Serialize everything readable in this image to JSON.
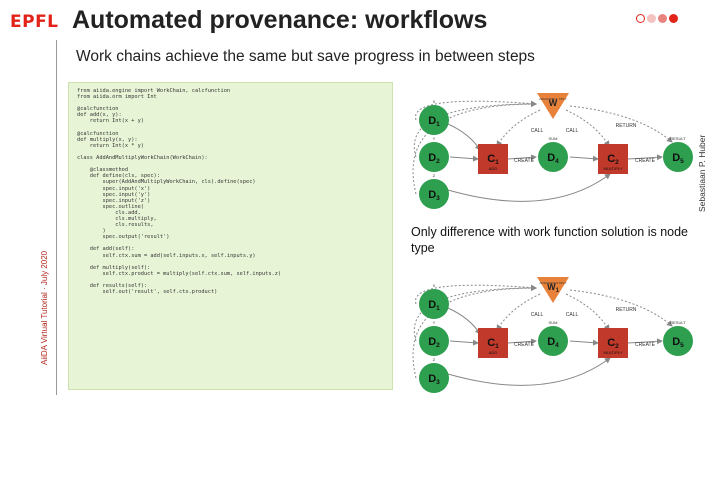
{
  "header": {
    "logo": "EPFL",
    "title": "Automated provenance: workflows",
    "subtitle": "Work chains achieve the same but save progress in between steps",
    "author": "Sebastiaan P. Huber",
    "footer": "AiiDA Virtual Tutorial · July 2020",
    "dot_colors": [
      "#ffffff",
      "#f4c3c0",
      "#e8827c",
      "#e2231a"
    ]
  },
  "colors": {
    "data_node": "#2e9e4f",
    "calc_node": "#c0392b",
    "workflow_node": "#e8823b",
    "code_bg": "#e8f4d6",
    "accent": "#e2231a"
  },
  "code_lines": [
    "from aiida.engine import WorkChain, calcfunction",
    "from aiida.orm import Int",
    "",
    "@calcfunction",
    "def add(x, y):",
    "    return Int(x + y)",
    "",
    "@calcfunction",
    "def multiply(x, y):",
    "    return Int(x * y)",
    "",
    "class AddAndMultiplyWorkChain(WorkChain):",
    "",
    "    @classmethod",
    "    def define(cls, spec):",
    "        super(AddAndMultiplyWorkChain, cls).define(spec)",
    "        spec.input('x')",
    "        spec.input('y')",
    "        spec.input('z')",
    "        spec.outline(",
    "            cls.add,",
    "            cls.multiply,",
    "            cls.results,",
    "        )",
    "        spec.output('result')",
    "",
    "    def add(self):",
    "        self.ctx.sum = add(self.inputs.x, self.inputs.y)",
    "",
    "    def multiply(self):",
    "        self.ctx.product = multiply(self.ctx.sum, self.inputs.z)",
    "",
    "    def results(self):",
    "        self.out('result', self.ctx.product)"
  ],
  "note": "Only difference with work function solution is node type",
  "diagram_top": {
    "workflow": {
      "label": "W",
      "caption": "ADDANDMUL TIPLY"
    },
    "data": [
      {
        "id": "D1",
        "main": "D",
        "sub": "1",
        "small": "X"
      },
      {
        "id": "D2",
        "main": "D",
        "sub": "2",
        "small": "Y"
      },
      {
        "id": "D3",
        "main": "D",
        "sub": "3",
        "small": "Z"
      },
      {
        "id": "D4",
        "main": "D",
        "sub": "4",
        "small": "SUM"
      },
      {
        "id": "D5",
        "main": "D",
        "sub": "5",
        "small": "RESULT"
      }
    ],
    "calcs": [
      {
        "id": "C1",
        "main": "C",
        "sub": "1",
        "small": "ADD"
      },
      {
        "id": "C2",
        "main": "C",
        "sub": "2",
        "small": "MULTIPLY"
      }
    ],
    "edge_labels": {
      "call": "CALL",
      "return": "RETURN",
      "create": "CREATE"
    }
  },
  "diagram_bottom": {
    "workflow": {
      "label": "W",
      "sub": "1",
      "caption": "ADDANDMULTIPLY"
    },
    "data": [
      {
        "id": "D1",
        "main": "D",
        "sub": "1",
        "small": "X"
      },
      {
        "id": "D2",
        "main": "D",
        "sub": "2",
        "small": "Y"
      },
      {
        "id": "D3",
        "main": "D",
        "sub": "3",
        "small": "Z"
      },
      {
        "id": "D4",
        "main": "D",
        "sub": "4",
        "small": "SUM"
      },
      {
        "id": "D5",
        "main": "D",
        "sub": "5",
        "small": "RESULT"
      }
    ],
    "calcs": [
      {
        "id": "C1",
        "main": "C",
        "sub": "1",
        "small": "ADD"
      },
      {
        "id": "C2",
        "main": "C",
        "sub": "2",
        "small": "MULTIPLY"
      }
    ],
    "edge_labels": {
      "call": "CALL",
      "return": "RETURN",
      "create": "CREATE"
    }
  }
}
